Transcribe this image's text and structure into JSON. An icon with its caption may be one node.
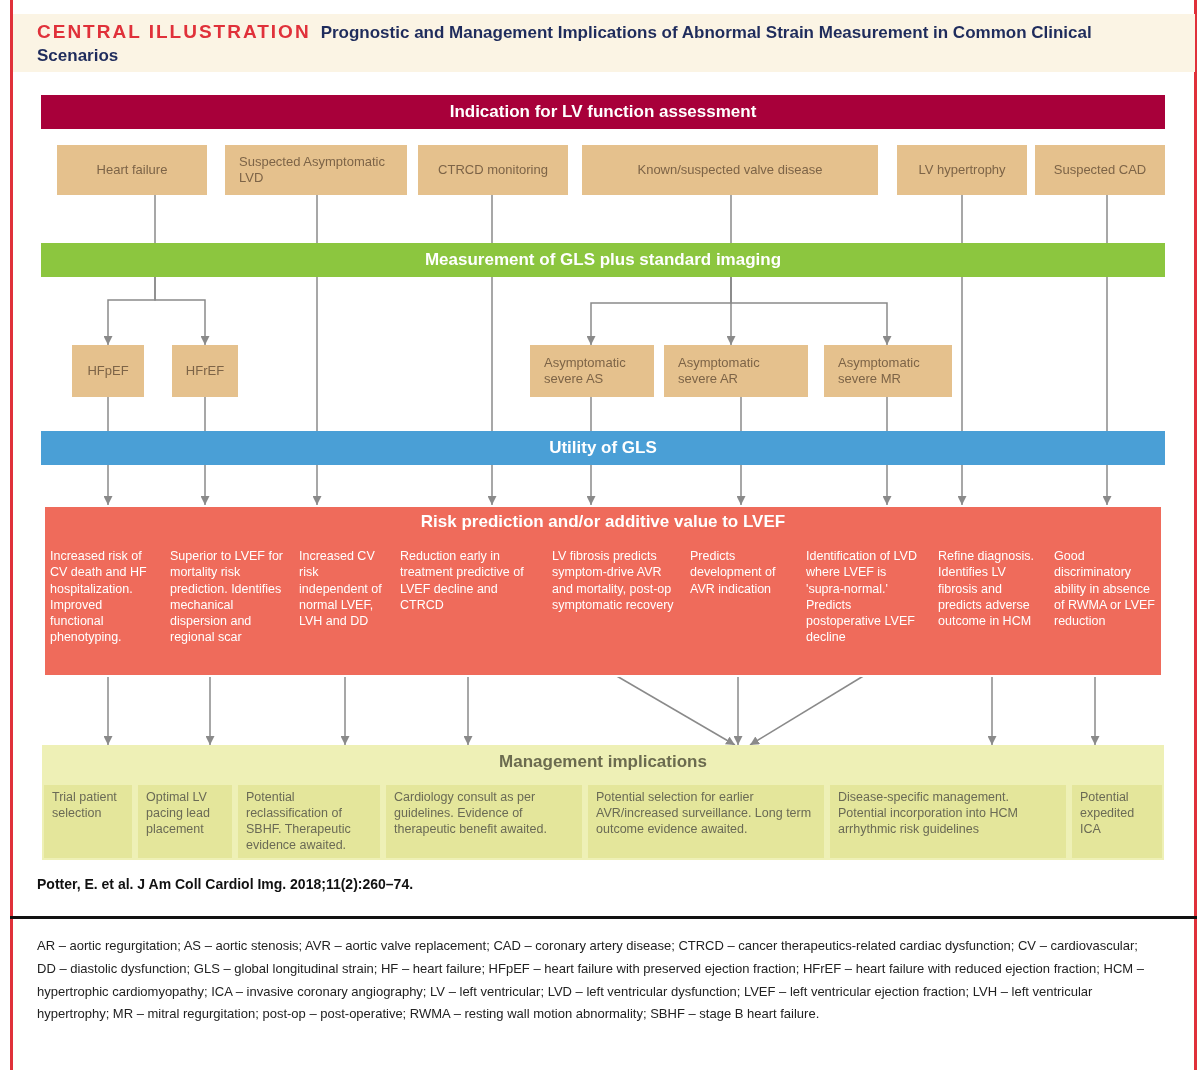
{
  "diagram": {
    "title": "Prognostic and Management Implications of Abnormal Strain Measurement in Common Clinical Scenarios",
    "nodes": [
      {
        "text": [
          "Indication for LV function assessment"
        ]
      },
      {
        "text": [
          "Heart failure"
        ]
      },
      {
        "text": [
          "Suspected Asymptomatic LVD"
        ]
      },
      {
        "text": [
          "CTRCD monitoring"
        ]
      },
      {
        "text": [
          "Known/suspected valve disease"
        ]
      },
      {
        "text": [
          "LV hypertrophy"
        ]
      },
      {
        "text": [
          "Suspected CAD"
        ]
      },
      {
        "text": [
          "Measurement of GLS plus standard imaging"
        ]
      },
      {
        "text": [
          "HFpEF"
        ]
      },
      {
        "text": [
          "HFrEF"
        ]
      },
      {
        "text": [
          "Asymptomatic severe AS"
        ]
      },
      {
        "text": [
          "Asymptomatic severe AR"
        ]
      },
      {
        "text": [
          "Asymptomatic severe MR"
        ]
      },
      {
        "text": [
          "Utility of GLS"
        ]
      },
      {
        "text": [
          "Risk prediction and/or additive value to LVEF"
        ]
      },
      {
        "text": [
          "Increased risk of CV death and HF hospitalization. Improved functional phenotyping."
        ],
        "in": 14
      },
      {
        "text": [
          "Superior to LVEF for mortality risk prediction. Identifies mechanical dispersion and regional scar"
        ],
        "in": 14
      },
      {
        "text": [
          "Increased CV risk independent of normal LVEF, LVH and DD"
        ],
        "in": 14
      },
      {
        "text": [
          "Reduction early in treatment predictive of LVEF decline and CTRCD"
        ],
        "in": 14
      },
      {
        "text": [
          "LV fibrosis predicts symptom-drive AVR and mortality, post-op symptomatic recovery"
        ],
        "in": 14
      },
      {
        "text": [
          "Predicts development of AVR indication"
        ],
        "in": 14
      },
      {
        "text": [
          "Identification of LVD where LVEF is 'supra-normal.' Predicts postoperative LVEF decline"
        ],
        "in": 14
      },
      {
        "text": [
          "Refine diagnosis. Identifies LV fibrosis and predicts adverse outcome in HCM"
        ],
        "in": 14
      },
      {
        "text": [
          "Good discriminatory ability in absence of RWMA or LVEF reduction"
        ],
        "in": 14
      },
      {
        "text": [
          "Management implications"
        ]
      },
      {
        "text": [
          "Trial patient selection"
        ],
        "in": 24
      },
      {
        "text": [
          "Optimal LV pacing lead placement"
        ],
        "in": 24
      },
      {
        "text": [
          "Potential reclassification of SBHF. Therapeutic evidence awaited."
        ],
        "in": 24
      },
      {
        "text": [
          "Cardiology consult as per guidelines. Evidence of therapeutic benefit awaited."
        ],
        "in": 24
      },
      {
        "text": [
          "Potential selection for earlier AVR/increased surveillance. Long term outcome evidence awaited."
        ],
        "in": 24
      },
      {
        "text": [
          "Disease-specific management. Potential incorporation into HCM arrhythmic risk guidelines"
        ],
        "in": 24
      },
      {
        "text": [
          "Potential expedited ICA"
        ],
        "in": 24
      }
    ],
    "edges": [
      {
        "from": 1,
        "to": 7,
        "arrow": "none"
      },
      {
        "from": 2,
        "to": 7,
        "arrow": "none"
      },
      {
        "from": 3,
        "to": 7,
        "arrow": "none"
      },
      {
        "from": 4,
        "to": 7,
        "arrow": "none"
      },
      {
        "from": 5,
        "to": 7,
        "arrow": "none"
      },
      {
        "from": 6,
        "to": 7,
        "arrow": "none"
      },
      {
        "from": 7,
        "to": 8,
        "arrow": "to"
      },
      {
        "from": 7,
        "to": 9,
        "arrow": "to"
      },
      {
        "from": 7,
        "to": 10,
        "arrow": "to"
      },
      {
        "from": 7,
        "to": 11,
        "arrow": "to"
      },
      {
        "from": 7,
        "to": 12,
        "arrow": "to"
      },
      {
        "from": 7,
        "to": 13,
        "arrow": "none"
      },
      {
        "from": 7,
        "to": 13,
        "arrow": "none"
      },
      {
        "from": 7,
        "to": 13,
        "arrow": "none"
      },
      {
        "from": 7,
        "to": 13,
        "arrow": "none"
      },
      {
        "from": 8,
        "to": 13,
        "arrow": "none"
      },
      {
        "from": 9,
        "to": 13,
        "arrow": "none"
      },
      {
        "from": 10,
        "to": 13,
        "arrow": "none"
      },
      {
        "from": 11,
        "to": 13,
        "arrow": "none"
      },
      {
        "from": 12,
        "to": 13,
        "arrow": "none"
      },
      {
        "from": 13,
        "to": 14,
        "arrow": "to"
      },
      {
        "from": 13,
        "to": 14,
        "arrow": "to"
      },
      {
        "from": 13,
        "to": 14,
        "arrow": "to"
      },
      {
        "from": 13,
        "to": 14,
        "arrow": "to"
      },
      {
        "from": 13,
        "to": 14,
        "arrow": "to"
      },
      {
        "from": 13,
        "to": 14,
        "arrow": "to"
      },
      {
        "from": 13,
        "to": 14,
        "arrow": "to"
      },
      {
        "from": 13,
        "to": 14,
        "arrow": "to"
      },
      {
        "from": 13,
        "to": 14,
        "arrow": "to"
      },
      {
        "from": 15,
        "to": 24,
        "arrow": "to"
      },
      {
        "from": 16,
        "to": 24,
        "arrow": "to"
      },
      {
        "from": 17,
        "to": 24,
        "arrow": "to"
      },
      {
        "from": 18,
        "to": 24,
        "arrow": "to"
      },
      {
        "from": 19,
        "to": 24,
        "arrow": "to"
      },
      {
        "from": 20,
        "to": 24,
        "arrow": "to"
      },
      {
        "from": 21,
        "to": 24,
        "arrow": "to"
      },
      {
        "from": 22,
        "to": 24,
        "arrow": "to"
      },
      {
        "from": 23,
        "to": 24,
        "arrow": "to"
      }
    ],
    "labels": [
      "CENTRAL ILLUSTRATION",
      "Potter, E. et al. J Am Coll Cardiol Img. 2018;11(2):260–74.",
      "AR – aortic regurgitation; AS – aortic stenosis; AVR – aortic valve replacement; CAD – coronary artery disease; CTRCD – cancer therapeutics-related cardiac dysfunction; CV – cardiovascular; DD – diastolic dysfunction; GLS – global longitudinal strain; HF – heart failure; HFpEF – heart failure with preserved ejection fraction; HFrEF – heart failure with reduced ejection fraction; HCM – hypertrophic cardiomyopathy; ICA – invasive coronary angiography; LV – left ventricular; LVD – left ventricular dysfunction; LVEF – left ventricular ejection fraction; LVH – left ventricular hypertrophy; MR – mitral regurgitation; post-op – post-operative; RWMA – resting wall motion abnormality; SBHF – stage B heart failure."
    ]
  }
}
